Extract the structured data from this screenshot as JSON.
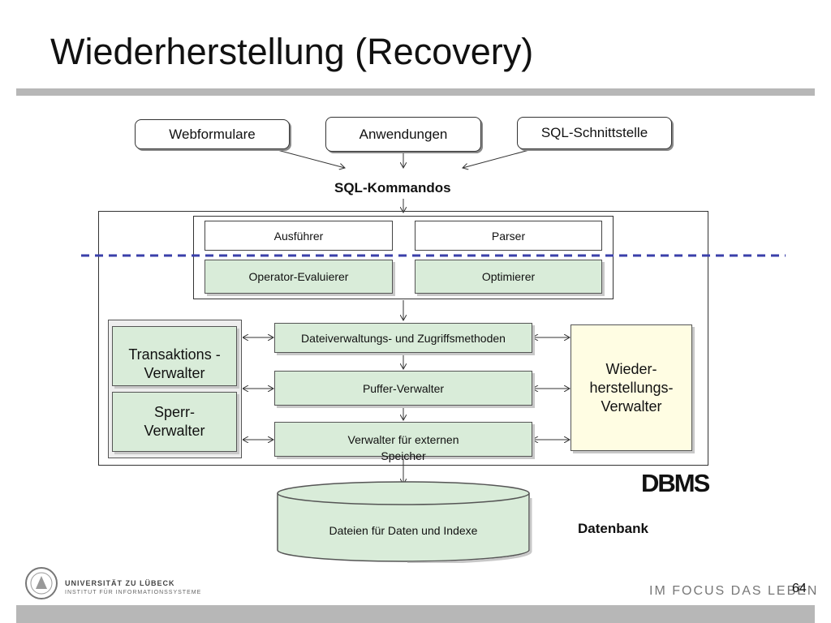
{
  "slide": {
    "title": "Wiederherstellung (Recovery)",
    "page_number": "64",
    "footer_slogan": "IM FOCUS DAS LEBEN",
    "university_name": "UNIVERSITÄT ZU LÜBECK",
    "institute_name": "INSTITUT FÜR INFORMATIONSSYSTEME"
  },
  "diagram": {
    "inputs": [
      "Webformulare",
      "Anwendungen",
      "SQL-Schnittstelle"
    ],
    "sql_label": "SQL-Kommandos",
    "sql_processing": {
      "executor": "Ausführer",
      "parser": "Parser",
      "operator_evaluator": "Operator-Evaluierer",
      "optimizer": "Optimierer"
    },
    "storage_layers": {
      "file_access": "Dateiverwaltungs- und Zugriffsmethoden",
      "buffer": "Puffer-Verwalter",
      "external_storage": "Verwalter für externen Speicher"
    },
    "left_managers": {
      "transaction": "Transaktions - Verwalter",
      "lock": "Sperr- Verwalter"
    },
    "recovery_manager": "Wieder- herstellungs- Verwalter",
    "dbms_label": "DBMS",
    "database_files": "Dateien für Daten und Indexe",
    "database_label": "Datenbank"
  }
}
